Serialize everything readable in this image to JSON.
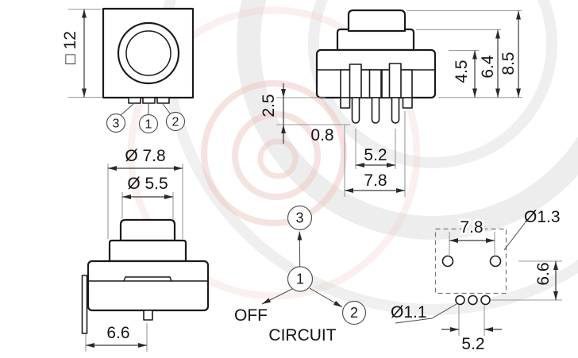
{
  "top_view": {
    "size_label": "□ 12",
    "terminal_3": "3",
    "terminal_1": "1",
    "terminal_2": "2"
  },
  "side_view": {
    "pin_protrusion": "2.5",
    "pin_width": "0.8",
    "body_height": "4.5",
    "step_height": "6.4",
    "total_height": "8.5",
    "pin_pitch": "5.2",
    "mount_width": "7.8"
  },
  "front_view": {
    "cap_diameter": "Ø 7.8",
    "top_diameter": "Ø 5.5",
    "base_width": "6.6"
  },
  "circuit": {
    "node_3": "3",
    "node_1": "1",
    "node_2": "2",
    "state_label": "OFF",
    "title": "CIRCUIT"
  },
  "pcb_view": {
    "hole_pitch": "7.8",
    "hole_diameter": "Ø1.3",
    "row_gap": "6.6",
    "small_hole_diameter": "Ø1.1",
    "small_hole_pitch": "5.2"
  },
  "colors": {
    "line": "#1a1a1a",
    "dimension": "#3a3a3a",
    "extension": "#9a9a9a",
    "watermark_gray": "#e2e2e2",
    "watermark_pink": "#ecc8c2"
  }
}
